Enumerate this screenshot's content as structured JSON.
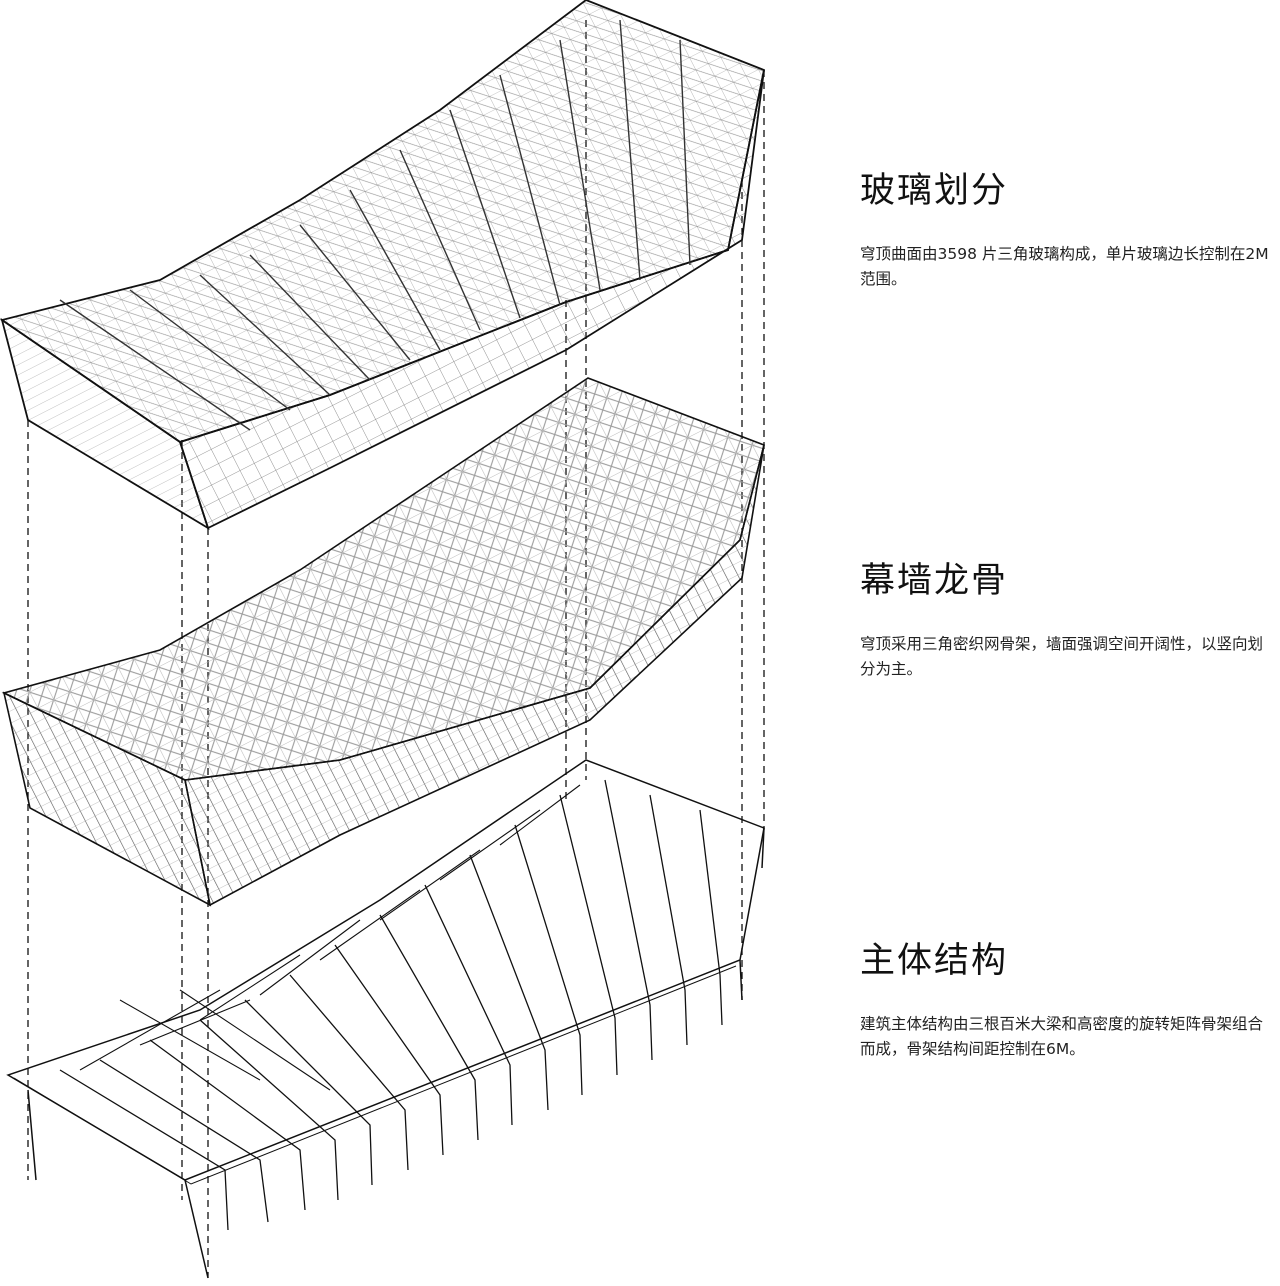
{
  "layers": [
    {
      "title": "玻璃划分",
      "description": "穹顶曲面由3598 片三角玻璃构成，单片玻璃边长控制在2M 范围。"
    },
    {
      "title": "幕墙龙骨",
      "description": "穹顶采用三角密织网骨架，墙面强调空间开阔性，以竖向划分为主。"
    },
    {
      "title": "主体结构",
      "description": "建筑主体结构由三根百米大梁和高密度的旋转矩阵骨架组合而成，骨架结构间距控制在6M。"
    }
  ]
}
